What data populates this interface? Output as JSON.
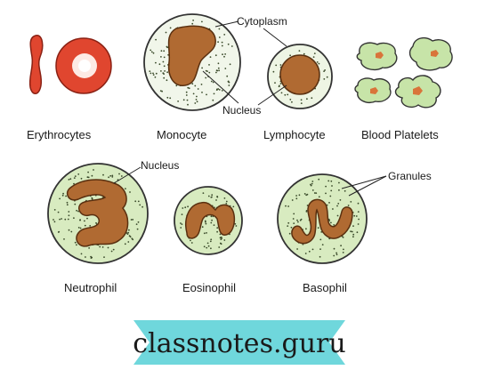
{
  "labels": {
    "erythrocytes": "Erythrocytes",
    "monocyte": "Monocyte",
    "lymphocyte": "Lymphocyte",
    "blood_platelets": "Blood Platelets",
    "neutrophil": "Neutrophil",
    "eosinophil": "Eosinophil",
    "basophil": "Basophil"
  },
  "annotations": {
    "cytoplasm": "Cytoplasm",
    "nucleus_top": "Nucleus",
    "nucleus_neutrophil": "Nucleus",
    "granules": "Granules"
  },
  "watermark": {
    "text": "classnotes.guru"
  },
  "colors": {
    "rbc": "#e0462f",
    "rbc_center": "#fdeae4",
    "monocyte_cytoplasm": "#f1f6ea",
    "lymphocyte_cytoplasm": "#eef5e4",
    "granulocyte_cytoplasm": "#d8ebc0",
    "nucleus": "#b06a32",
    "platelet": "#c7e4a8",
    "banner": "#6fd7dc"
  }
}
